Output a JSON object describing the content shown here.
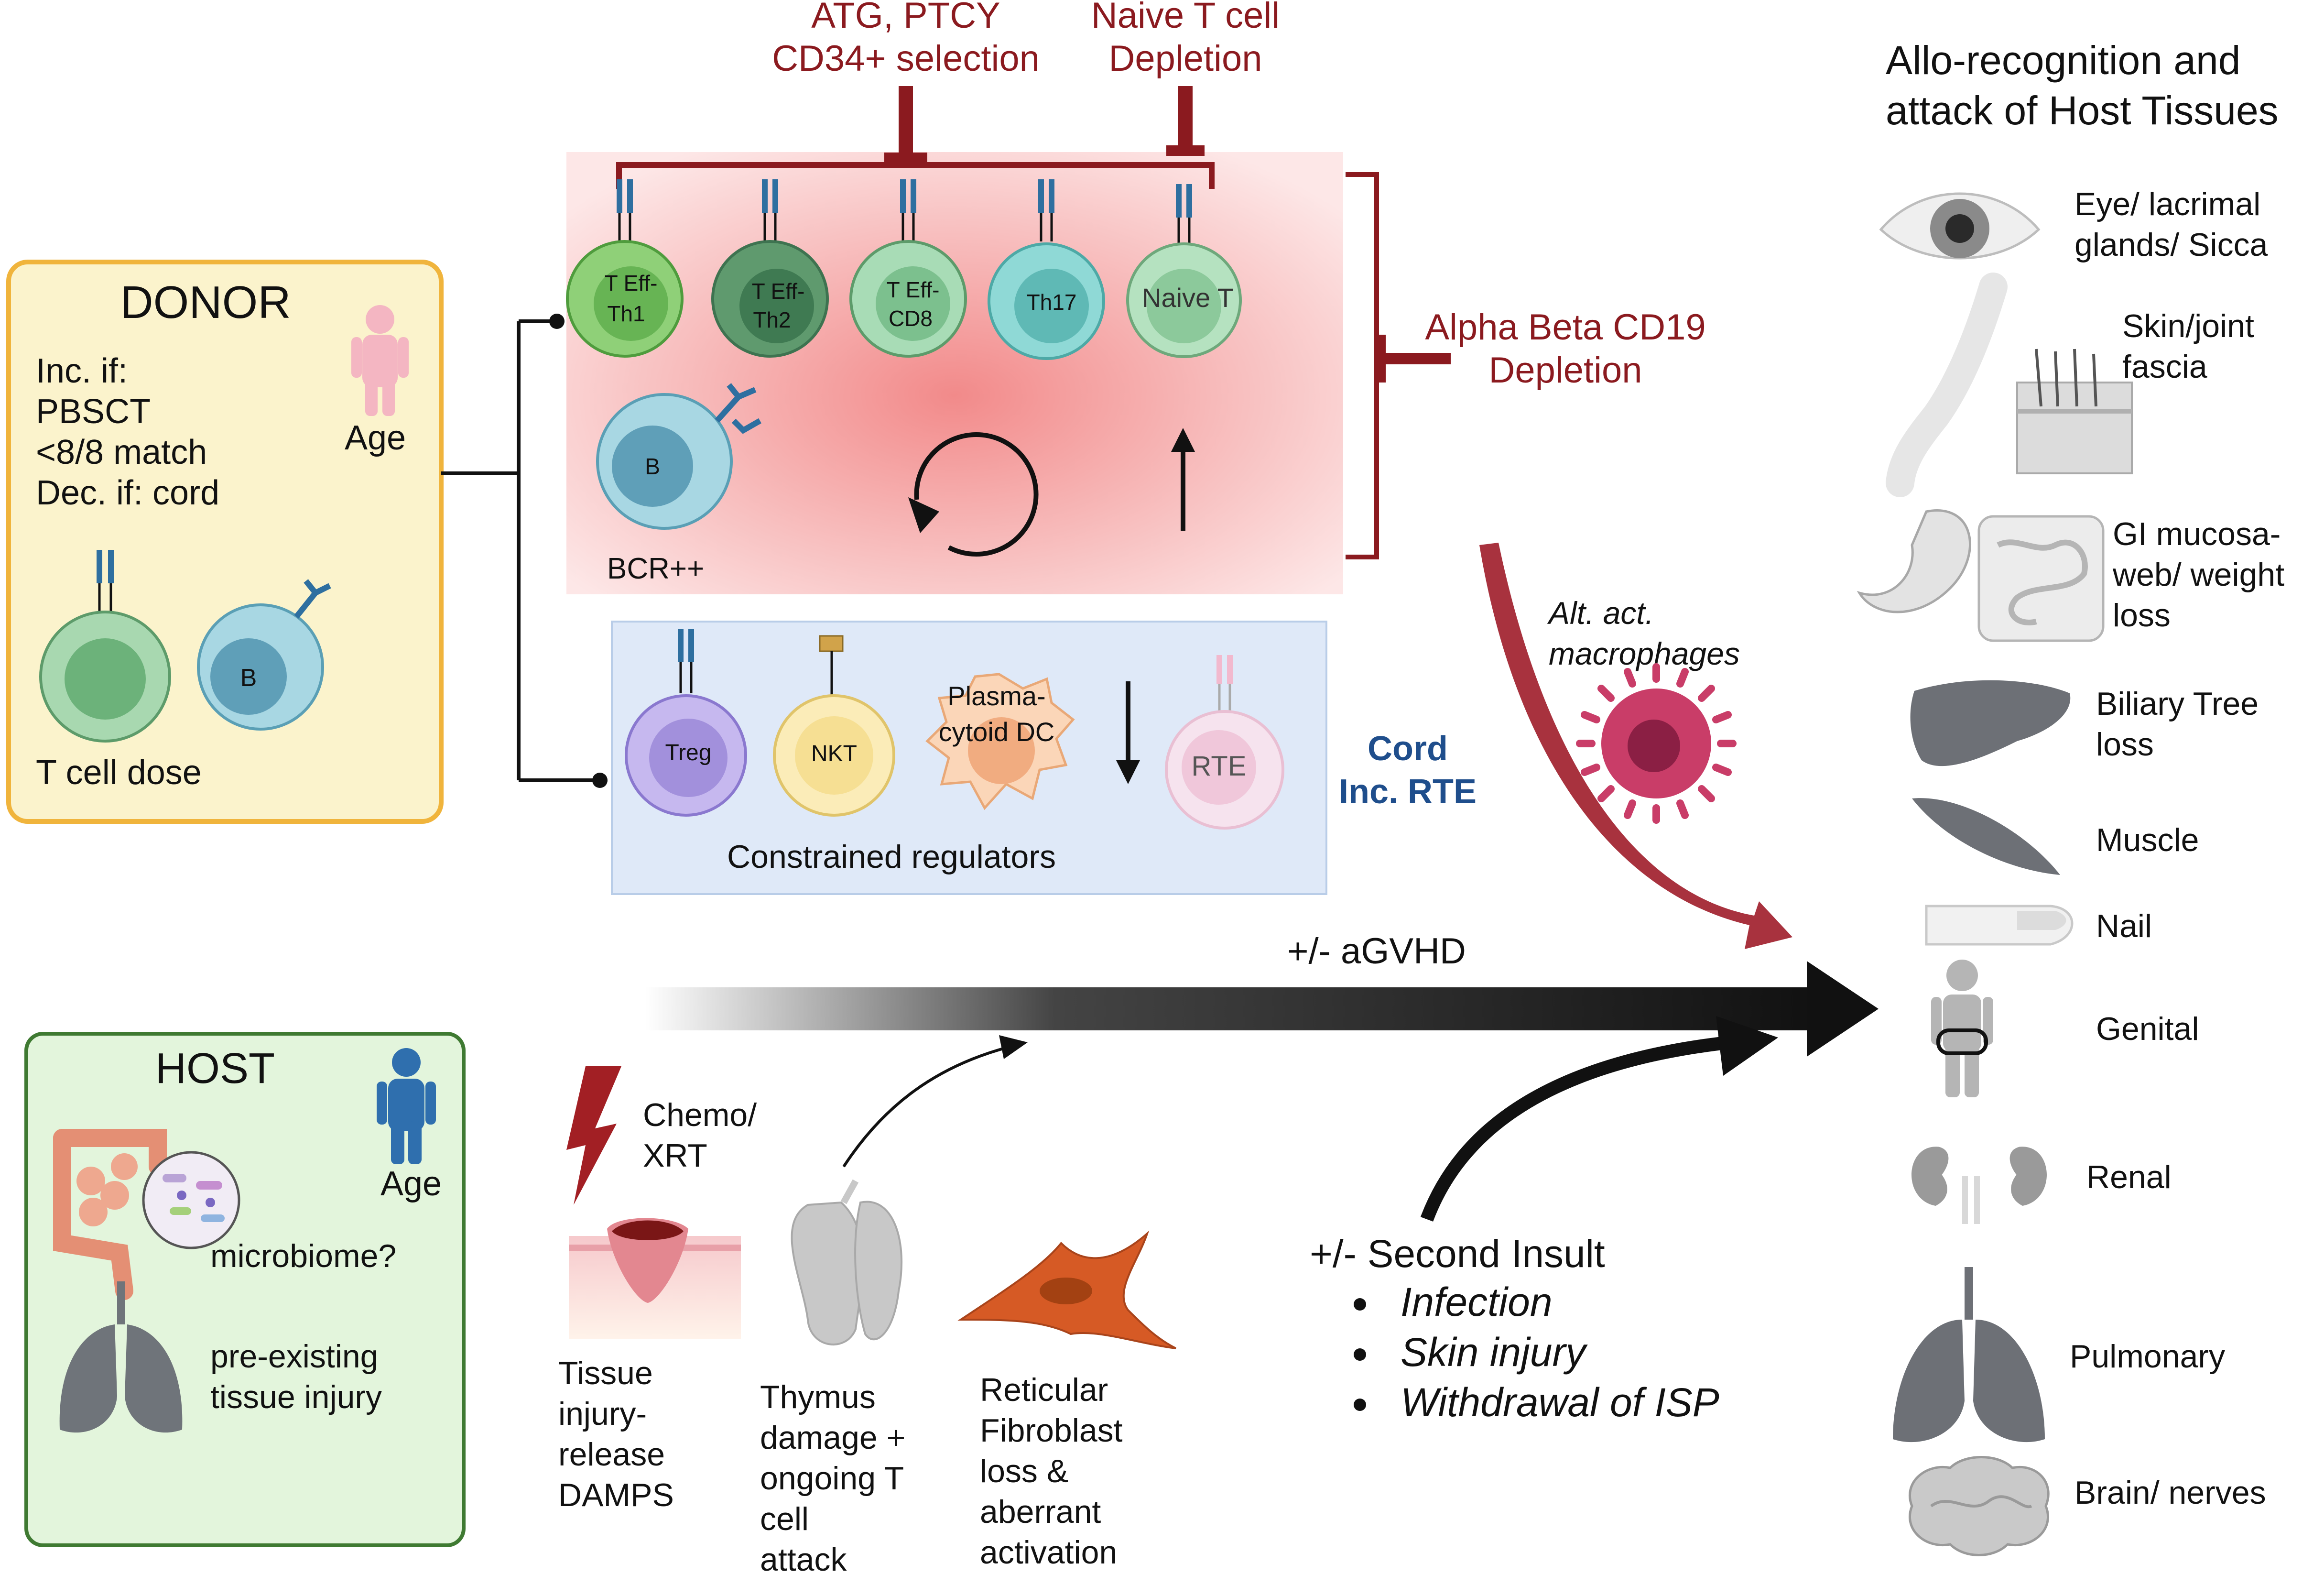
{
  "donor": {
    "title": "DONOR",
    "age": "Age",
    "lines": [
      "Inc. if:",
      "PBSCT",
      "<8/8 match",
      "Dec. if: cord"
    ],
    "t_cell_dose": "T cell dose",
    "b_label": "B"
  },
  "host": {
    "title": "HOST",
    "age": "Age",
    "microbiome": "microbiome?",
    "injury_line1": "pre-existing",
    "injury_line2": "tissue injury"
  },
  "top_interventions": {
    "left_line1": "ATG, PTCY",
    "left_line2": "CD34+ selection",
    "right_line1": "Naive T cell",
    "right_line2": "Depletion",
    "alpha_line1": "Alpha Beta CD19",
    "alpha_line2": "Depletion"
  },
  "effector_cells": [
    "T Eff-\nTh1",
    "T Eff-\nTh2",
    "T Eff-\nCD8",
    "Th17",
    "Naive T"
  ],
  "effector_box": {
    "b_label": "B",
    "bcr": "BCR++"
  },
  "regulators": {
    "treg": "Treg",
    "nkt": "NKT",
    "pdc_line1": "Plasma-",
    "pdc_line2": "cytoid DC",
    "rte": "RTE",
    "caption": "Constrained regulators",
    "cord_line1": "Cord",
    "cord_line2": "Inc. RTE"
  },
  "macrophage": {
    "line1": "Alt. act.",
    "line2": "macrophages"
  },
  "agvhd": "+/- aGVHD",
  "chemo": {
    "line1": "Chemo/",
    "line2": "XRT"
  },
  "tissue_injury": [
    "Tissue",
    "injury-",
    "release",
    "DAMPS"
  ],
  "thymus": [
    "Thymus",
    "damage +",
    "ongoing T",
    "cell",
    "attack"
  ],
  "fibroblast": [
    "Reticular",
    "Fibroblast",
    "loss &",
    "aberrant",
    "activation"
  ],
  "second_insult": {
    "title": "+/- Second Insult",
    "items": [
      "Infection",
      "Skin injury",
      "Withdrawal of ISP"
    ]
  },
  "targets": {
    "title_line1": "Allo-recognition and",
    "title_line2": "attack of Host Tissues",
    "eye": [
      "Eye/ lacrimal",
      "glands/ Sicca"
    ],
    "skin": [
      "Skin/joint",
      "fascia"
    ],
    "gi": [
      "GI mucosa-",
      "web/ weight",
      "loss"
    ],
    "biliary": [
      "Biliary Tree",
      "loss"
    ],
    "muscle": "Muscle",
    "nail": "Nail",
    "genital": "Genital",
    "renal": "Renal",
    "pulmonary": "Pulmonary",
    "brain": "Brain/ nerves"
  },
  "colors": {
    "dark_red": "#8b1a1f",
    "blue_text": "#1f4e8c",
    "donor_fill": "#fbf3cc",
    "donor_border": "#f0b43c",
    "host_fill": "#e3f5dc",
    "host_border": "#3f7a32"
  }
}
